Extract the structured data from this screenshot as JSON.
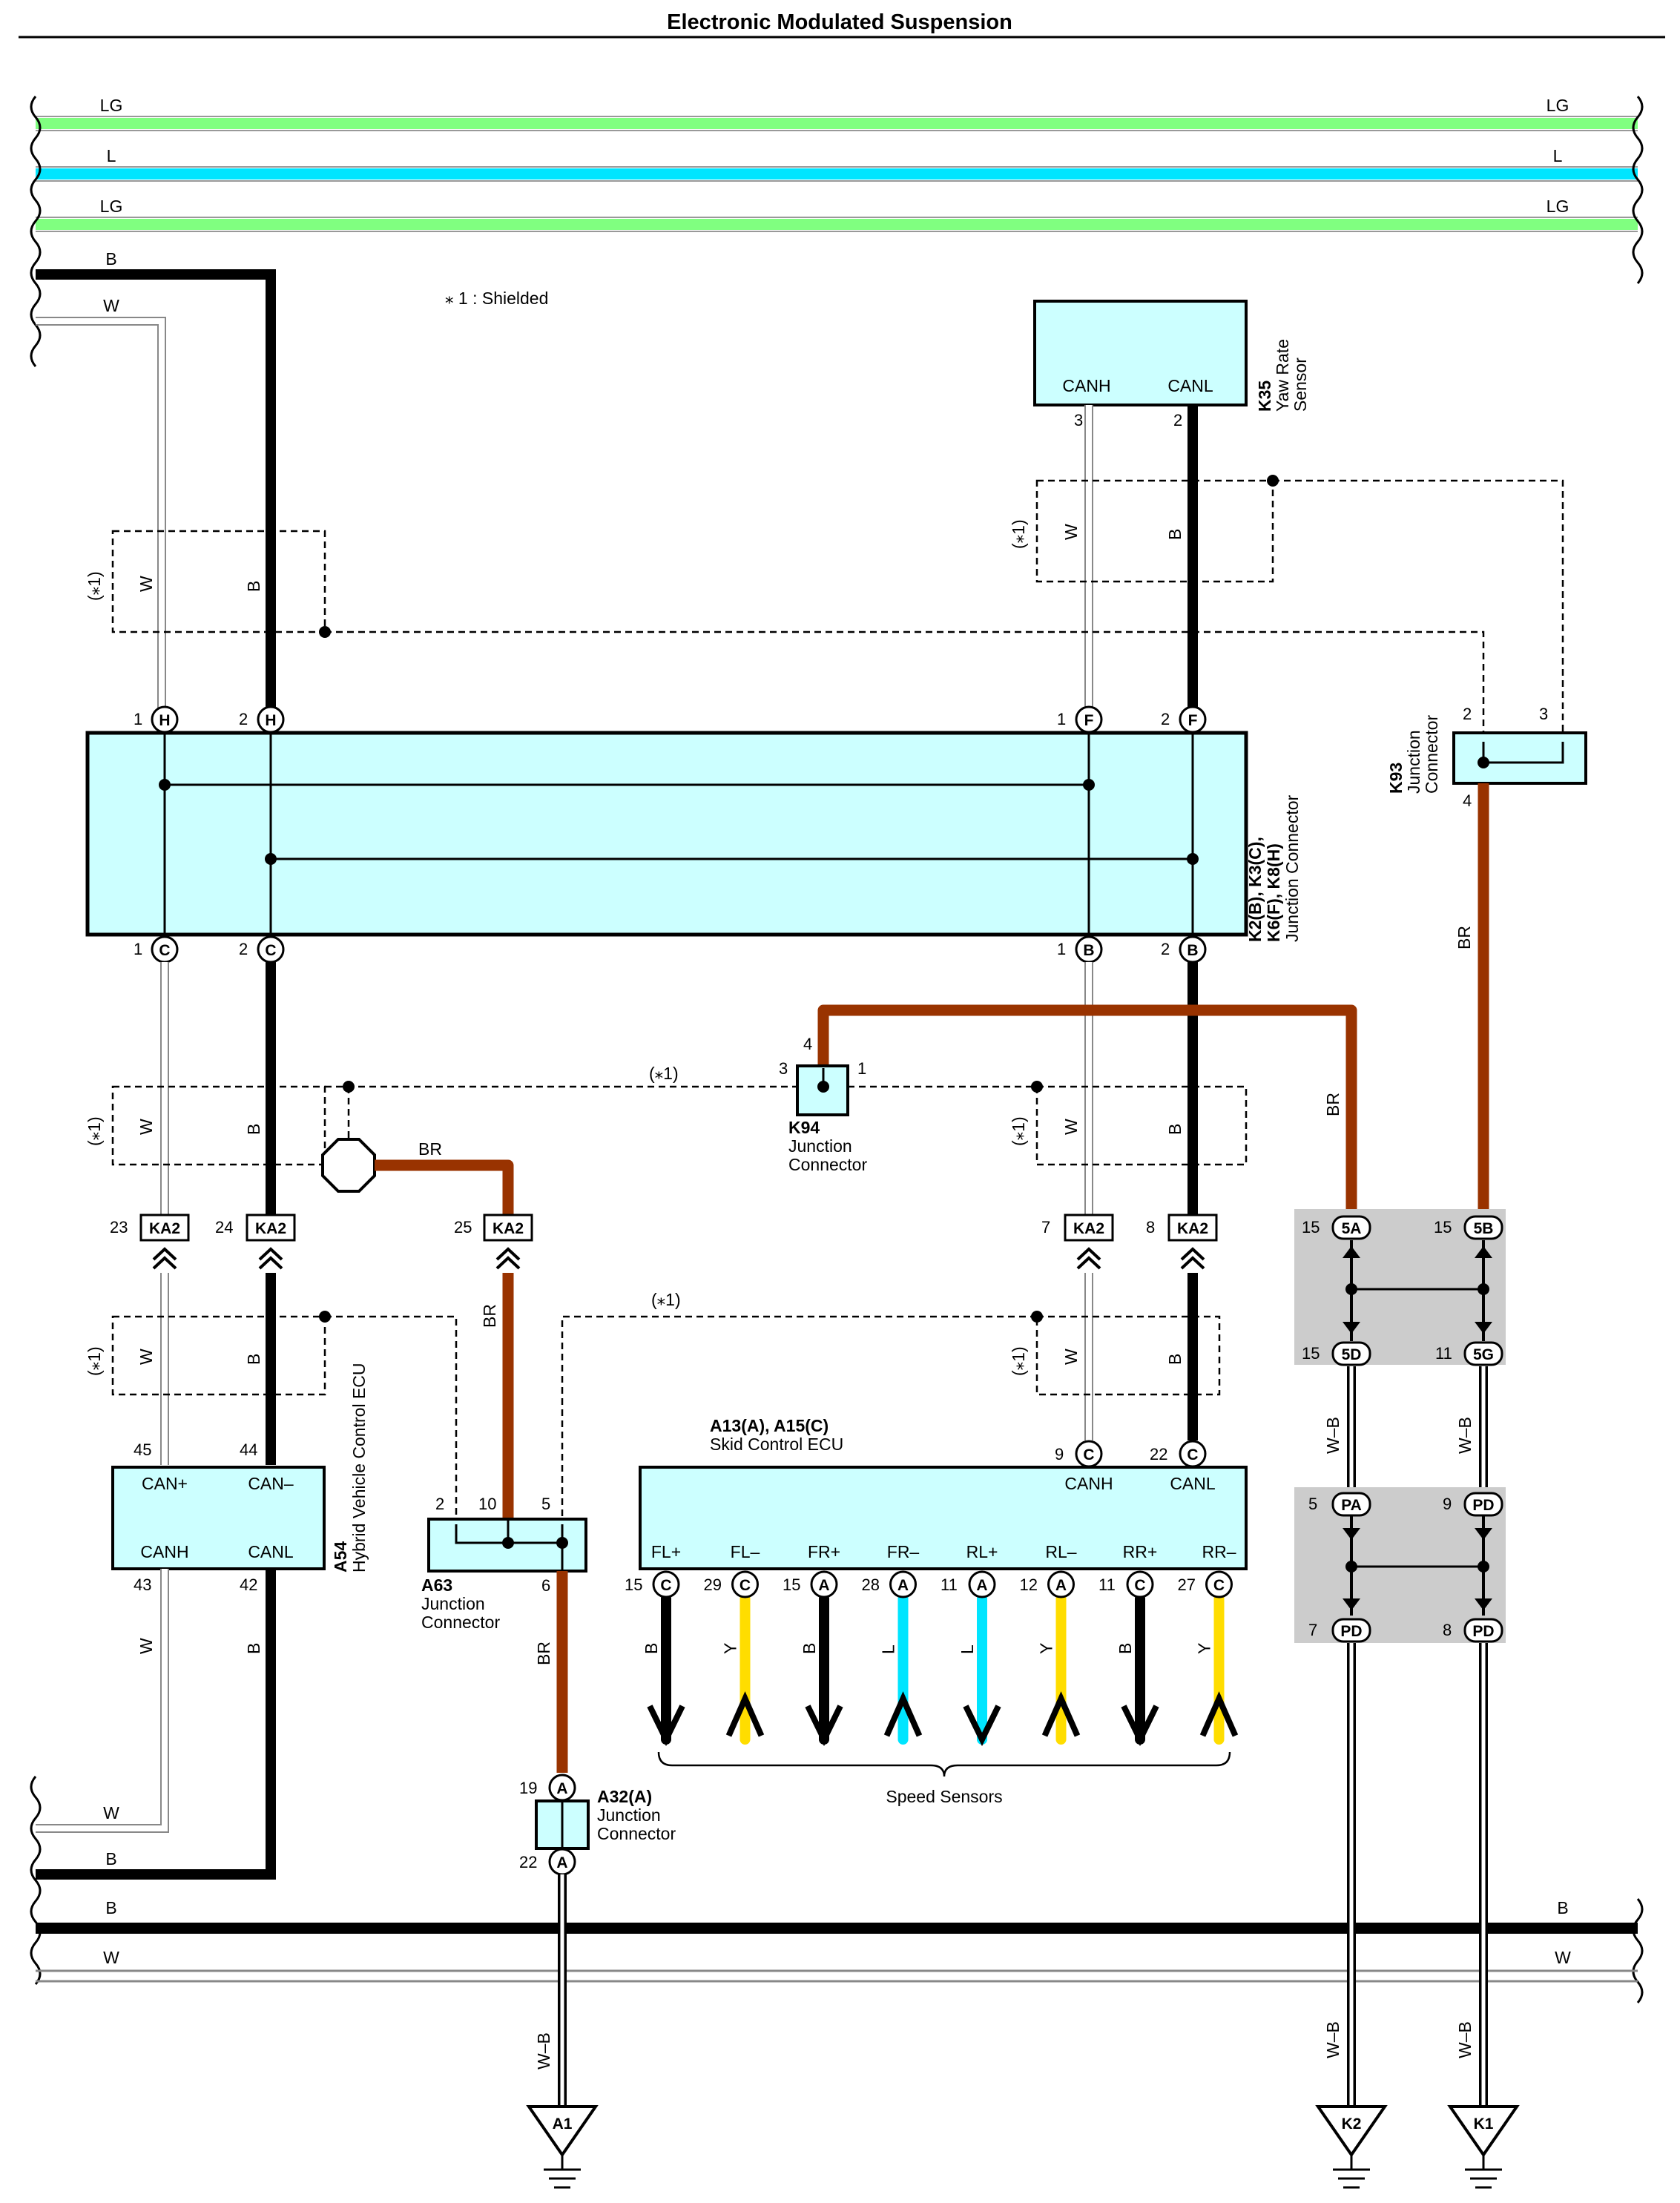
{
  "title": "Electronic Modulated Suspension",
  "note": "⁎ 1 : Shielded",
  "shield_marker": "(⁎1)",
  "colors": {
    "LG": "#80ff80",
    "L": "#00e5ff",
    "B": "#000000",
    "W": "#ffffff",
    "BR": "#993300",
    "Y": "#ffdd00",
    "box_fill": "#ccffff",
    "joint_fill": "#cccccc"
  },
  "bus_wires": {
    "top": [
      "LG",
      "L",
      "LG"
    ],
    "bottom": [
      "B",
      "W"
    ]
  },
  "wire_labels": {
    "B": "B",
    "W": "W",
    "BR": "BR",
    "Y": "Y",
    "L": "L",
    "LG": "LG",
    "WB": "W–B"
  },
  "components": {
    "k35": {
      "id": "K35",
      "name": [
        "Yaw Rate",
        "Sensor"
      ],
      "terminals": [
        "CANH",
        "CANL"
      ],
      "pins": [
        "3",
        "2"
      ]
    },
    "k2": {
      "id": [
        "K2(B), K3(C),",
        "K6(F), K8(H)"
      ],
      "name": "Junction Connector",
      "pins_top": [
        "1",
        "2",
        "1",
        "2"
      ],
      "letters_top": [
        "H",
        "H",
        "F",
        "F"
      ],
      "pins_bottom": [
        "1",
        "2",
        "1",
        "2"
      ],
      "letters_bottom": [
        "C",
        "C",
        "B",
        "B"
      ]
    },
    "k93": {
      "id": "K93",
      "name": [
        "Junction",
        "Connector"
      ],
      "pins": [
        "2",
        "3",
        "4"
      ]
    },
    "k94": {
      "id": "K94",
      "name": [
        "Junction",
        "Connector"
      ],
      "pins": [
        "4",
        "3",
        "1"
      ]
    },
    "ka2": {
      "id": "KA2",
      "pins": [
        "23",
        "24",
        "25",
        "7",
        "8"
      ]
    },
    "a54": {
      "id": "A54",
      "name": "Hybrid Vehicle Control ECU",
      "terminals": [
        "CAN+",
        "CAN–",
        "CANH",
        "CANL"
      ],
      "pins": [
        "45",
        "44",
        "43",
        "42"
      ]
    },
    "a63": {
      "id": "A63",
      "name": [
        "Junction",
        "Connector"
      ],
      "pins": [
        "2",
        "10",
        "5",
        "6"
      ]
    },
    "a32": {
      "id": "A32(A)",
      "name": [
        "Junction",
        "Connector"
      ],
      "letter": "A",
      "pins": [
        "19",
        "22"
      ]
    },
    "a13": {
      "id": "A13(A), A15(C)",
      "name": "Skid Control ECU",
      "can_terminals": [
        "CANH",
        "CANL"
      ],
      "can_pins": [
        "9",
        "22"
      ],
      "can_letters": [
        "C",
        "C"
      ],
      "speed_terminals": [
        "FL+",
        "FL–",
        "FR+",
        "FR–",
        "RL+",
        "RL–",
        "RR+",
        "RR–"
      ],
      "speed_pins": [
        "15",
        "29",
        "15",
        "28",
        "11",
        "12",
        "11",
        "27"
      ],
      "speed_letters": [
        "C",
        "C",
        "A",
        "A",
        "A",
        "A",
        "C",
        "C"
      ],
      "speed_wires": [
        "B",
        "Y",
        "B",
        "L",
        "L",
        "Y",
        "B",
        "Y"
      ]
    },
    "joint1": {
      "pins_top": [
        "15",
        "15"
      ],
      "letters_top": [
        "5A",
        "5B"
      ],
      "pins_bottom": [
        "15",
        "11"
      ],
      "letters_bottom": [
        "5D",
        "5G"
      ]
    },
    "joint2": {
      "pins_top": [
        "5",
        "9"
      ],
      "letters_top": [
        "PA",
        "PD"
      ],
      "pins_bottom": [
        "7",
        "8"
      ],
      "letters_bottom": [
        "PD",
        "PD"
      ]
    },
    "grounds": [
      "A1",
      "K2",
      "K1"
    ]
  },
  "speed_sensors_label": "Speed Sensors"
}
